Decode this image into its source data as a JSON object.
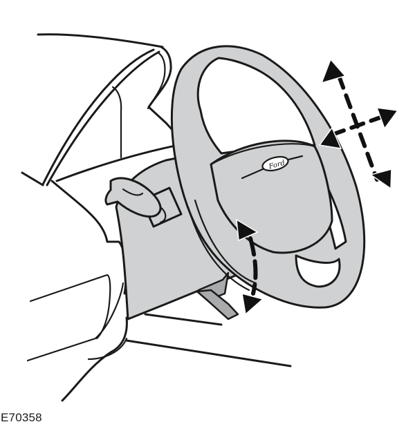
{
  "figure": {
    "description": "Steering wheel adjustment illustration: tilt/telescopic steering column with release lever",
    "brand_logo_text": "Ford",
    "caption": "E70358",
    "colors": {
      "line": "#1a1a1a",
      "fill_grey": "#d0d1d2",
      "lever_grey": "#a9aaab",
      "background": "#ffffff"
    },
    "annotations": [
      {
        "name": "adjust-arrows-four-way",
        "meaning": "steering wheel moves up/down and in/out"
      },
      {
        "name": "lever-arrow-curved",
        "meaning": "release lever moves up/down"
      }
    ]
  }
}
